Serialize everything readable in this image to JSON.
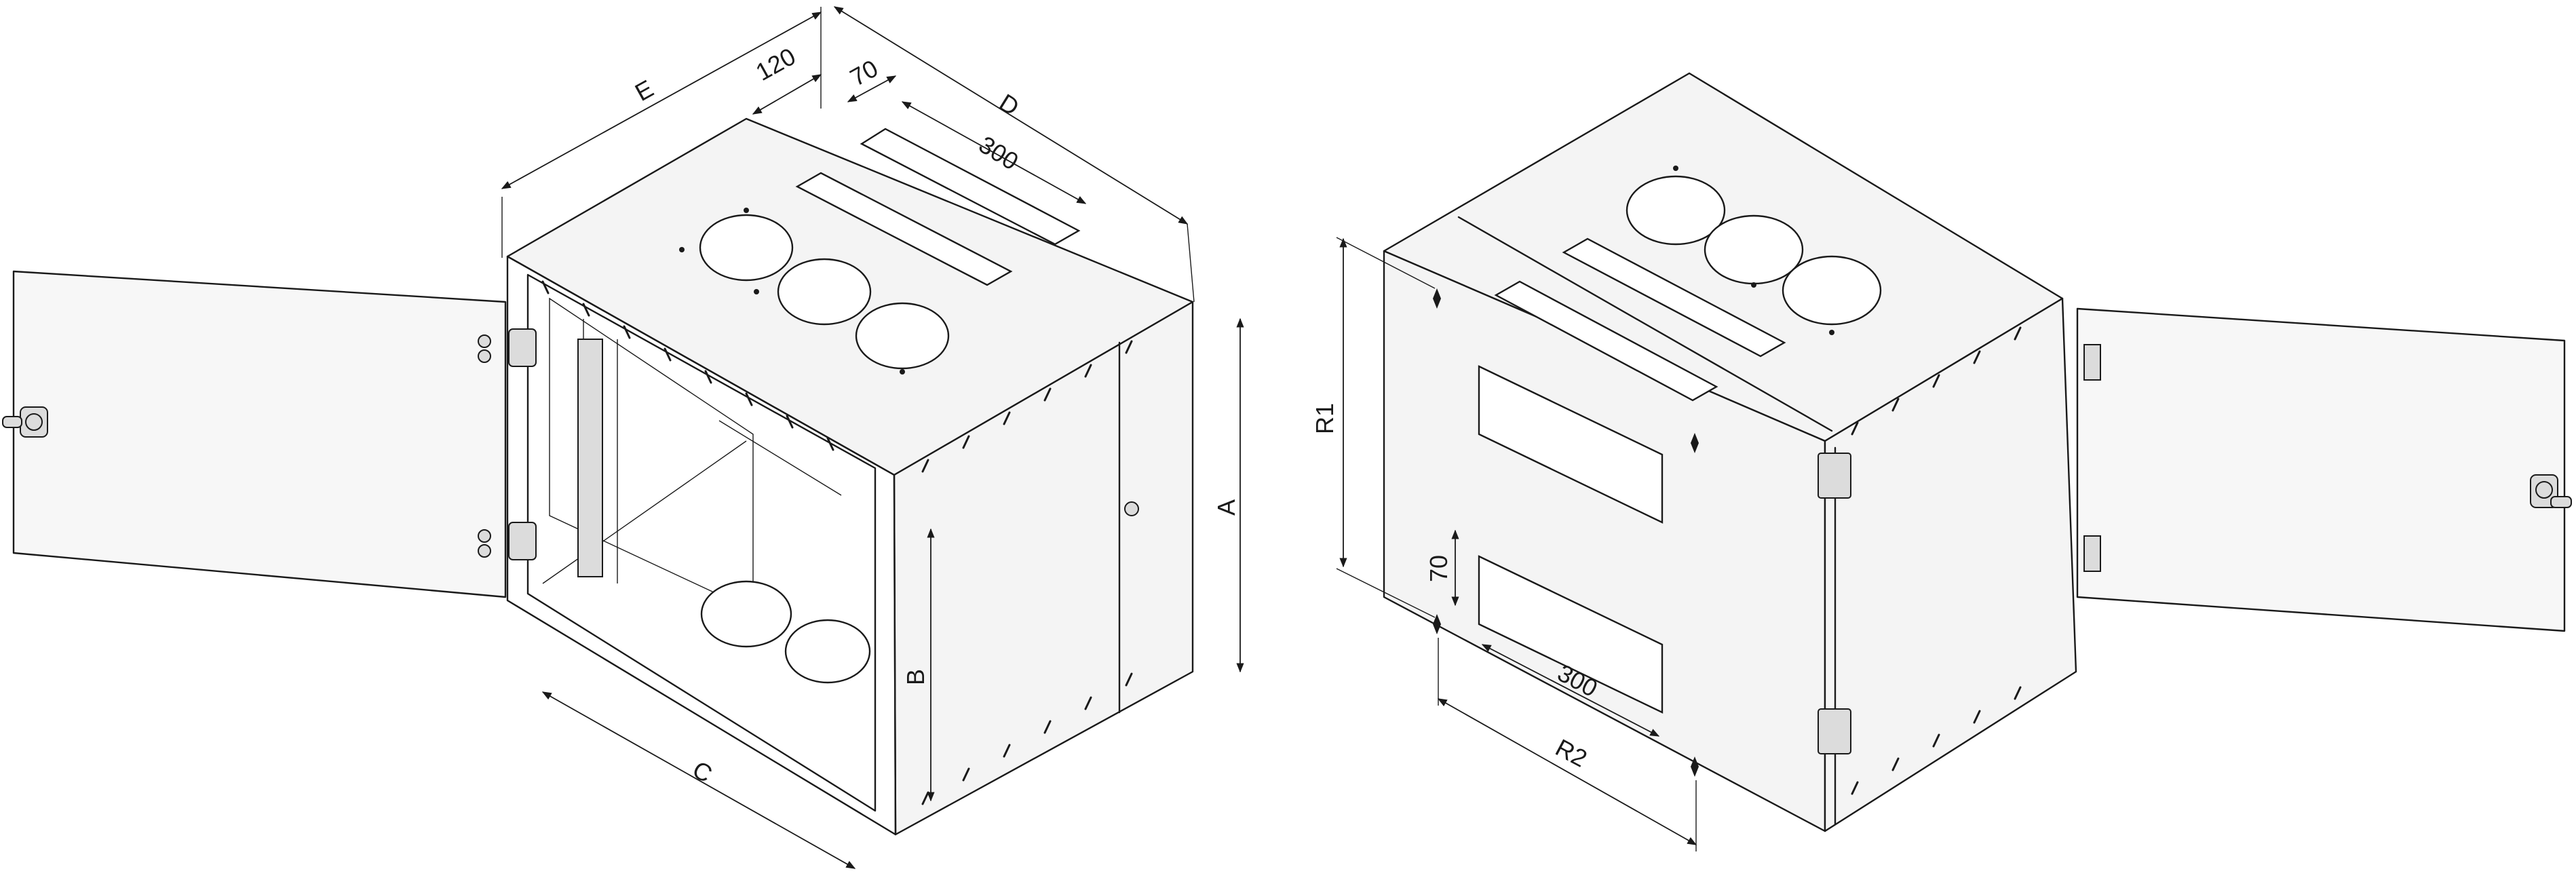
{
  "labels": {
    "E": "E",
    "d120": "120",
    "d70_top": "70",
    "D": "D",
    "d300_top": "300",
    "A": "A",
    "B": "B",
    "C": "C",
    "R1": "R1",
    "d70_side": "70",
    "d300_side": "300",
    "R2": "R2"
  },
  "colors": {
    "line": "#1a1a1a",
    "panel": "#f4f4f4",
    "background": "#ffffff"
  }
}
